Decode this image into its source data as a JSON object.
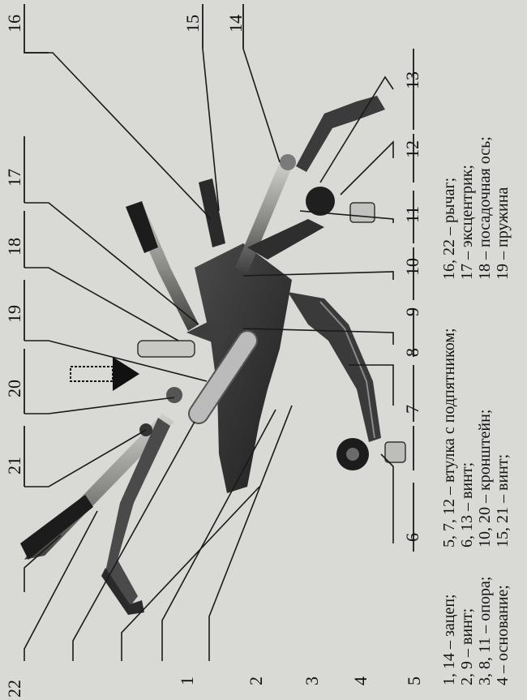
{
  "callouts": [
    "1",
    "2",
    "3",
    "4",
    "5",
    "6",
    "7",
    "8",
    "9",
    "10",
    "11",
    "12",
    "13",
    "14",
    "15",
    "16",
    "17",
    "18",
    "19",
    "20",
    "21",
    "22"
  ],
  "legend": {
    "col1": [
      "1, 14 – зацеп;",
      "2, 9 – винт;",
      "3, 8, 11 – опора;",
      "4 – основание;"
    ],
    "col2": [
      "5, 7, 12 – втулка с подпятником;",
      "6, 13 – винт;",
      "10, 20 – кронштейн;",
      "15, 21 – винт;"
    ],
    "col3": [
      "16, 22 – рычаг;",
      "17 – эксцентрик;",
      "18 – посадочная ось;",
      "19 – пружина"
    ]
  },
  "colors": {
    "background": "#d9d9d6",
    "metal_dark": "#2b2b2b",
    "metal_mid": "#6f6f6f",
    "metal_light": "#a8a8a5"
  },
  "icons": {
    "direction": "arrow-right-icon"
  }
}
